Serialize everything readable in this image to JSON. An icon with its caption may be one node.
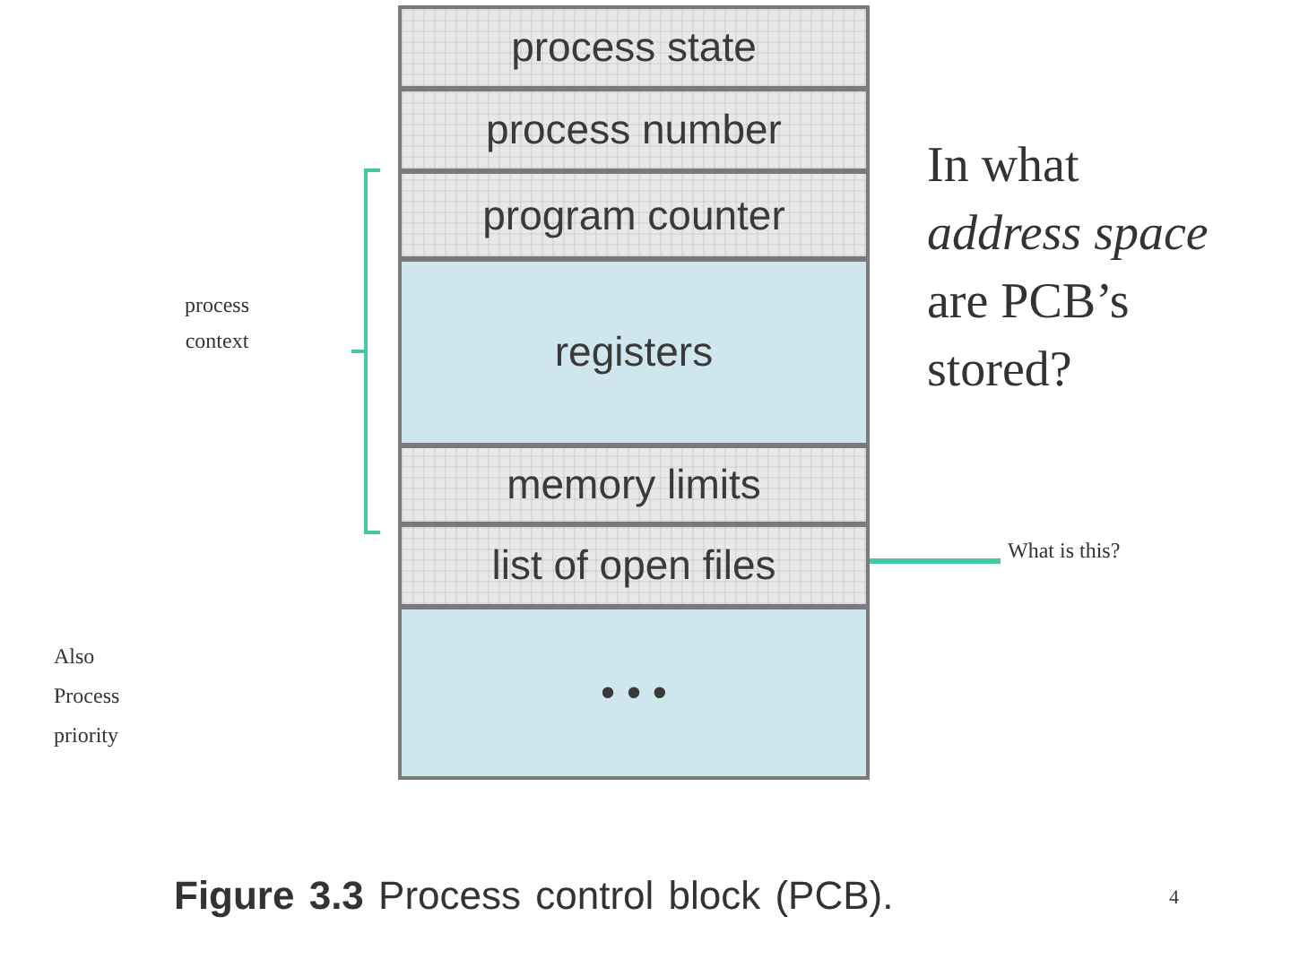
{
  "diagram": {
    "caption": "**Figure 3.3** Process control block (PCB).",
    "nodes": [
      {
        "text": [
          "process state"
        ]
      },
      {
        "text": [
          "process number"
        ]
      },
      {
        "text": [
          "program counter"
        ]
      },
      {
        "text": [
          "registers"
        ]
      },
      {
        "text": [
          "memory limits"
        ]
      },
      {
        "text": [
          "list of open files"
        ]
      },
      {
        "text": [
          "• • •"
        ]
      },
      {
        "text": [
          "What is this?"
        ]
      }
    ],
    "edges": [
      {
        "from": 7,
        "to": 5,
        "arrow": "none"
      }
    ],
    "labels": [
      "process context",
      "In what *address space* are PCB’s stored?",
      "Also Process priority",
      "4"
    ]
  }
}
